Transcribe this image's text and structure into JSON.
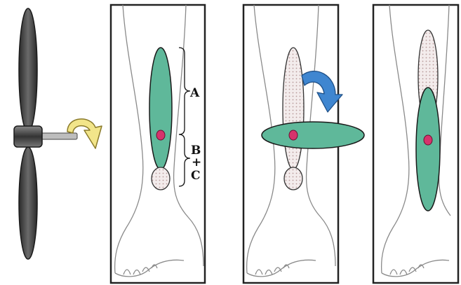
{
  "labels": {
    "a": "A",
    "b": "B",
    "plus": "+",
    "c": "C"
  },
  "colors": {
    "background": "#ffffff",
    "frame": "#222222",
    "leg_outline": "#8a8a8a",
    "ellipse_green": "#5fb89a",
    "ellipse_stroke": "#1a1a1a",
    "dot_red": "#d6336c",
    "arrow_blue": "#3f86d0",
    "arrow_yellow": "#f2e58a",
    "propeller": "#3c3c3c"
  },
  "icons": {
    "propeller": "propeller-icon",
    "rotation_arrow_yellow": "curved-arrow-icon",
    "rotation_arrow_blue": "curved-arrow-icon"
  }
}
